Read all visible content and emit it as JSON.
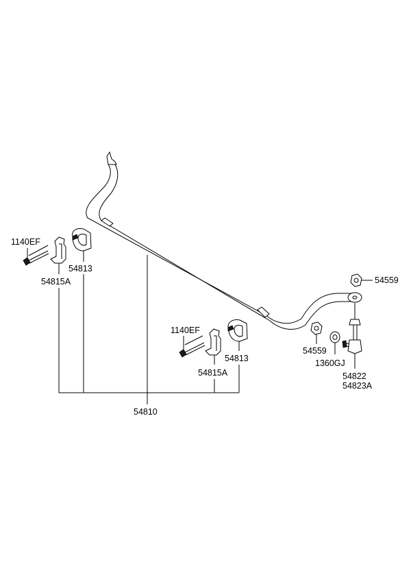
{
  "labels": {
    "bolt_left": "1140EF",
    "bushing_left": "54813",
    "bracket_left": "54815A",
    "bolt_center": "1140EF",
    "bushing_center": "54813",
    "bracket_center": "54815A",
    "bar": "54810",
    "nut_top": "54559",
    "nut_lower": "54559",
    "washer": "1360GJ",
    "link_a": "54822",
    "link_b": "54823A"
  },
  "colors": {
    "line": "#000000",
    "background": "#ffffff"
  }
}
